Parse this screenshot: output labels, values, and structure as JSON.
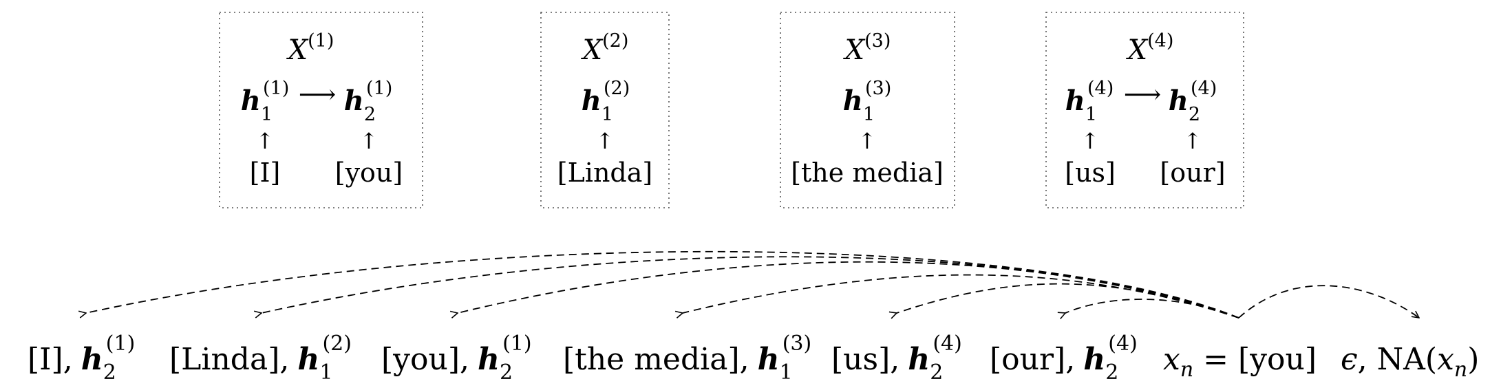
{
  "clusters": [
    {
      "title": "X",
      "title_sup": "(1)",
      "entities": [
        {
          "symbol": "h",
          "sub": "1",
          "sup": "(1)",
          "mention": "[I]"
        },
        {
          "symbol": "h",
          "sub": "2",
          "sup": "(1)",
          "mention": "[you]"
        }
      ]
    },
    {
      "title": "X",
      "title_sup": "(2)",
      "entities": [
        {
          "symbol": "h",
          "sub": "1",
          "sup": "(2)",
          "mention": "[Linda]"
        }
      ]
    },
    {
      "title": "X",
      "title_sup": "(3)",
      "entities": [
        {
          "symbol": "h",
          "sub": "1",
          "sup": "(3)",
          "mention": "[the media]"
        }
      ]
    },
    {
      "title": "X",
      "title_sup": "(4)",
      "entities": [
        {
          "symbol": "h",
          "sub": "1",
          "sup": "(4)",
          "mention": "[us]"
        },
        {
          "symbol": "h",
          "sub": "2",
          "sup": "(4)",
          "mention": "[our]"
        }
      ]
    }
  ],
  "arrow_glyph": "⟶",
  "up_arrow_glyph": "↑",
  "candidates": [
    {
      "mention": "[I],",
      "symbol": "h",
      "sub": "2",
      "sup": "(1)"
    },
    {
      "mention": "[Linda],",
      "symbol": "h",
      "sub": "1",
      "sup": "(2)"
    },
    {
      "mention": "[you],",
      "symbol": "h",
      "sub": "2",
      "sup": "(1)"
    },
    {
      "mention": "[the media],",
      "symbol": "h",
      "sub": "1",
      "sup": "(3)"
    },
    {
      "mention": "[us],",
      "symbol": "h",
      "sub": "2",
      "sup": "(4)"
    },
    {
      "mention": "[our],",
      "symbol": "h",
      "sub": "2",
      "sup": "(4)"
    }
  ],
  "query": {
    "var": "x",
    "var_sub": "n",
    "equals": " = [you]"
  },
  "null_option": {
    "epsilon": "ϵ",
    "sep": ", NA(",
    "var": "x",
    "var_sub": "n",
    "close": ")"
  }
}
